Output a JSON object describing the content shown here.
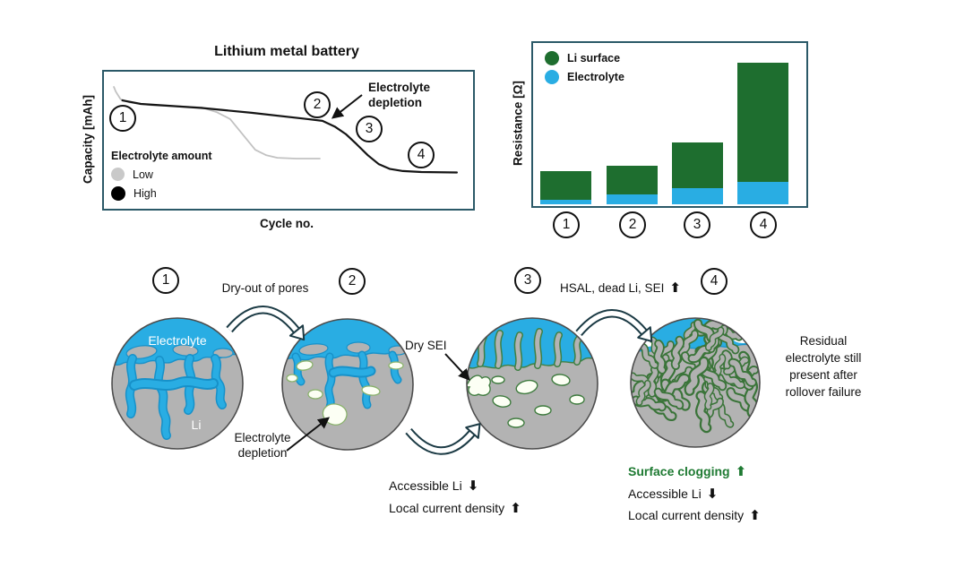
{
  "stages": [
    "1",
    "2",
    "3",
    "4"
  ],
  "colors": {
    "electrolyte_blue": "#29ade3",
    "li_surface_green": "#1e6e2f",
    "li_gray": "#b3b3b3",
    "pore_white": "#fcfff4",
    "box_border_teal": "#2b5968",
    "clogging_green": "#1e7a32",
    "low_curve_gray": "#c2c2c2",
    "high_curve_black": "#151515"
  },
  "capacity_chart": {
    "title": "Lithium metal battery",
    "xlabel": "Cycle no.",
    "ylabel": "Capacity [mAh]",
    "legend_title": "Electrolyte amount",
    "legend": [
      {
        "label": "Low"
      },
      {
        "label": "High"
      }
    ],
    "annotation_line1": "Electrolyte",
    "annotation_line2": "depletion"
  },
  "resistance_chart": {
    "ylabel": "Resistance [Ω]",
    "legend": [
      {
        "label": "Li surface"
      },
      {
        "label": "Electrolyte"
      }
    ]
  },
  "process": {
    "transition_1_2": "Dry-out of pores",
    "transition_3_4_text": "HSAL, dead Li, SEI",
    "transition_3_4_arrow": "⬆",
    "circle1_top_label": "Electrolyte",
    "circle1_bottom_label": "Li",
    "dry_sei_label": "Dry SEI",
    "depletion_line1": "Electrolyte",
    "depletion_line2": "depletion",
    "mid_effects": [
      {
        "text": "Accessible Li",
        "arrow": "⬇"
      },
      {
        "text": "Local current density",
        "arrow": "⬆"
      }
    ],
    "right_effects": [
      {
        "text": "Surface clogging",
        "arrow": "⬆"
      },
      {
        "text": "Accessible Li",
        "arrow": "⬇"
      },
      {
        "text": "Local current density",
        "arrow": "⬆"
      }
    ],
    "residual_note": "Residual electrolyte still present after rollover failure"
  },
  "chart_data": [
    {
      "id": "capacity_vs_cycle",
      "type": "line",
      "title": "Lithium metal battery",
      "xlabel": "Cycle no.",
      "ylabel": "Capacity [mAh]",
      "axes_numeric": false,
      "legend_title": "Electrolyte amount",
      "legend_position": "bottom-left-inside",
      "annotations": [
        "Electrolyte depletion"
      ],
      "stage_markers": [
        "1",
        "2",
        "3",
        "4"
      ],
      "series": [
        {
          "name": "Low",
          "color": "#c2c2c2",
          "x": [
            0.027,
            0.032,
            0.045,
            0.07,
            0.13,
            0.265,
            0.305,
            0.342,
            0.375,
            0.41,
            0.44,
            0.47,
            0.52,
            0.585
          ],
          "y": [
            0.889,
            0.855,
            0.8,
            0.775,
            0.755,
            0.739,
            0.705,
            0.654,
            0.545,
            0.43,
            0.39,
            0.372,
            0.366,
            0.366
          ]
        },
        {
          "name": "High",
          "color": "#151515",
          "x": [
            0.05,
            0.1,
            0.265,
            0.4,
            0.55,
            0.592,
            0.625,
            0.655,
            0.685,
            0.715,
            0.745,
            0.775,
            0.81,
            0.86,
            0.956
          ],
          "y": [
            0.79,
            0.765,
            0.735,
            0.7,
            0.655,
            0.641,
            0.6,
            0.545,
            0.47,
            0.39,
            0.325,
            0.29,
            0.275,
            0.268,
            0.265
          ]
        }
      ]
    },
    {
      "id": "resistance_by_stage",
      "type": "stacked-bar",
      "ylabel": "Resistance [Ω]",
      "categories": [
        "1",
        "2",
        "3",
        "4"
      ],
      "ylim": [
        0,
        100
      ],
      "grid": false,
      "legend_position": "top-left-inside",
      "series": [
        {
          "name": "Electrolyte",
          "color": "#29ade3",
          "values": [
            3,
            6,
            10,
            14
          ]
        },
        {
          "name": "Li surface",
          "color": "#1e6e2f",
          "values": [
            18,
            18,
            29,
            75
          ]
        }
      ]
    }
  ]
}
